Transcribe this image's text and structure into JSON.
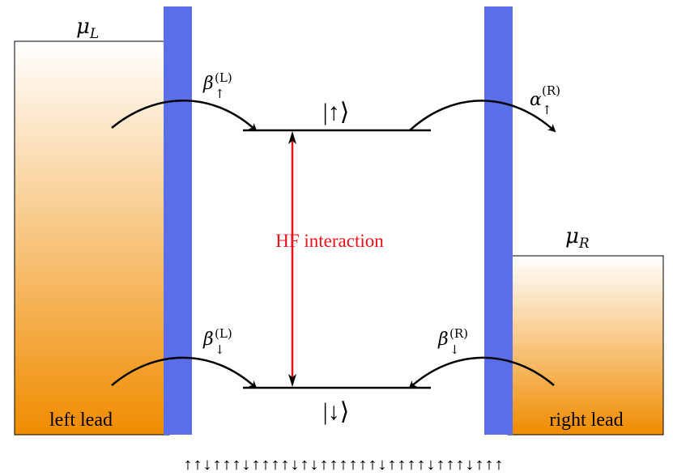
{
  "labels": {
    "mu_left": "μ",
    "mu_left_sub": "L",
    "mu_right": "μ",
    "mu_right_sub": "R",
    "left_lead": "left lead",
    "right_lead": "right lead",
    "interaction": "HF interaction",
    "spin_up_state": "|↑⟩",
    "spin_down_state": "|↓⟩"
  },
  "rates": {
    "beta_up_left": {
      "symbol": "β",
      "sub": "↑",
      "sup": "(L)"
    },
    "alpha_up_right": {
      "symbol": "α",
      "sub": "↑",
      "sup": "(R)"
    },
    "beta_down_left": {
      "symbol": "β",
      "sub": "↓",
      "sup": "(L)"
    },
    "beta_down_right": {
      "symbol": "β",
      "sub": "↓",
      "sup": "(R)"
    }
  },
  "nuclear_spins": "↑↑↓↑↑↑↓↑↑↑↑↓↑↓↑↑↑↑↑↑↓↑↑↑↑↓↑↑↑↓↑↑↑",
  "colors": {
    "lead_fill": "#f08c00",
    "barrier": "#5a6ee8",
    "interaction": "#e8101a",
    "arrow": "#000000"
  }
}
